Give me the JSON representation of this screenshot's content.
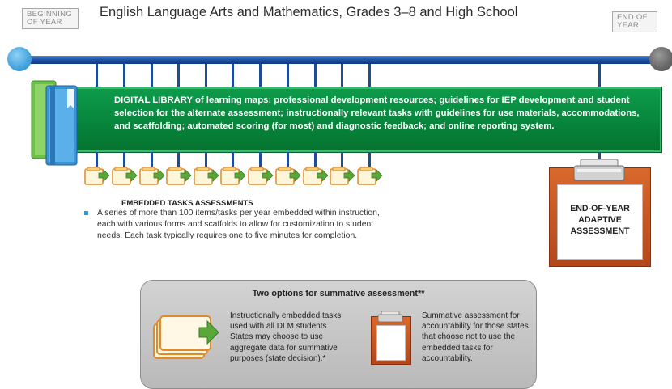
{
  "header": {
    "title": "English Language Arts and Mathematics, Grades 3–8 and High School",
    "beginning_tag": "BEGINNING OF YEAR",
    "end_tag": "END OF YEAR"
  },
  "library": {
    "text": "DIGITAL LIBRARY of learning maps; professional development resources; guidelines for IEP development and student selection for the alternate assessment; instructionally relevant tasks with guidelines for use materials, accommodations, and scaffolding; automated scoring (for most) and diagnostic feedback; and online reporting system."
  },
  "embedded_tasks": {
    "heading": "EMBEDDED TASKS ASSESSMENTS",
    "body": "A series of more than 100 items/tasks per year embedded within instruction, each with various forms and scaffolds to allow for customization to student needs. Each task typically requires one to five minutes for completion."
  },
  "end_of_year": {
    "label": "END-OF-YEAR ADAPTIVE ASSESSMENT"
  },
  "summative_options": {
    "title": "Two options for summative assessment**",
    "option_embedded": "Instructionally embedded tasks used with all DLM students. States may choose to use aggregate data for summative purposes (state decision).*",
    "option_end_of_year": "Summative assessment for accountability for those states that choose not to use the embedded tasks for accountability."
  },
  "colors": {
    "timeline_blue": "#1d54a8",
    "library_green": "#07853c",
    "task_orange": "#e8882e",
    "assessment_orange": "#c9561f",
    "option_panel_gray": "#c6c6c6"
  },
  "icons": {
    "library": "book-stack-icon",
    "task": "task-folder-icon",
    "end_of_year": "clipboard-icon"
  }
}
